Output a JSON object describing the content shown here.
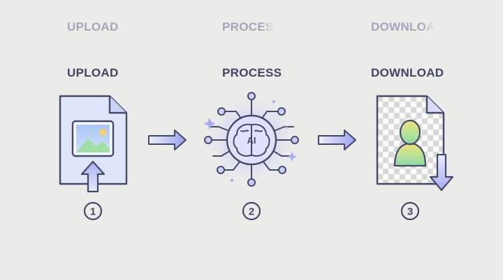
{
  "ghost_labels": {
    "upload": "UPLOAD",
    "process": "PROCES",
    "download": "DOWNLOA"
  },
  "steps": [
    {
      "label": "UPLOAD",
      "number": "1",
      "icon": "upload-image-file-icon"
    },
    {
      "label": "PROCESS",
      "number": "2",
      "icon": "ai-brain-network-icon"
    },
    {
      "label": "DOWNLOAD",
      "number": "3",
      "icon": "download-cutout-file-icon"
    }
  ],
  "ai_badge": "AI",
  "colors": {
    "outline": "#44496a",
    "file_fill": "#dfe6fb",
    "accent_purple": "#9aa2ec",
    "accent_green": "#9fe0a4",
    "background": "#ebebea"
  }
}
